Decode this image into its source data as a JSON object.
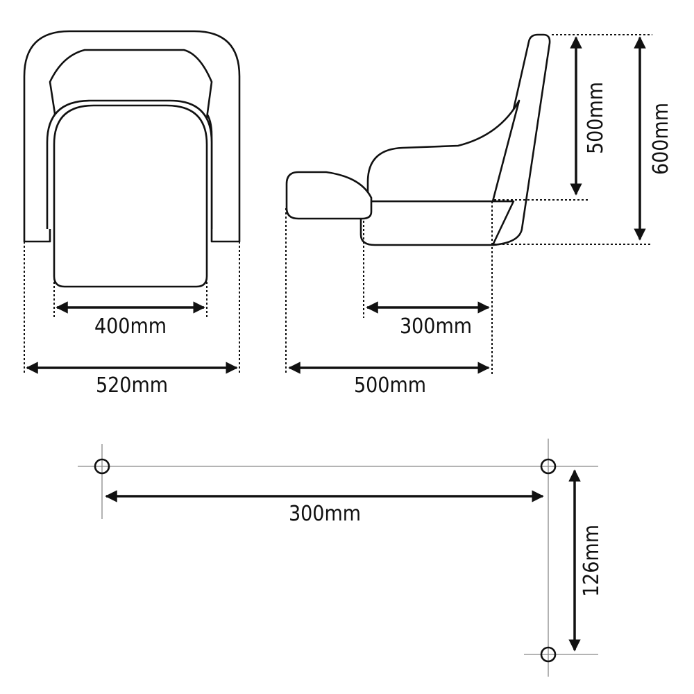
{
  "labels": {
    "front_inner_width": "400mm",
    "front_outer_width": "520mm",
    "side_seat_depth": "300mm",
    "side_total_depth": "500mm",
    "side_back_height": "500mm",
    "side_total_height": "600mm",
    "mount_hole_spacing_x": "300mm",
    "mount_hole_spacing_y": "126mm"
  }
}
